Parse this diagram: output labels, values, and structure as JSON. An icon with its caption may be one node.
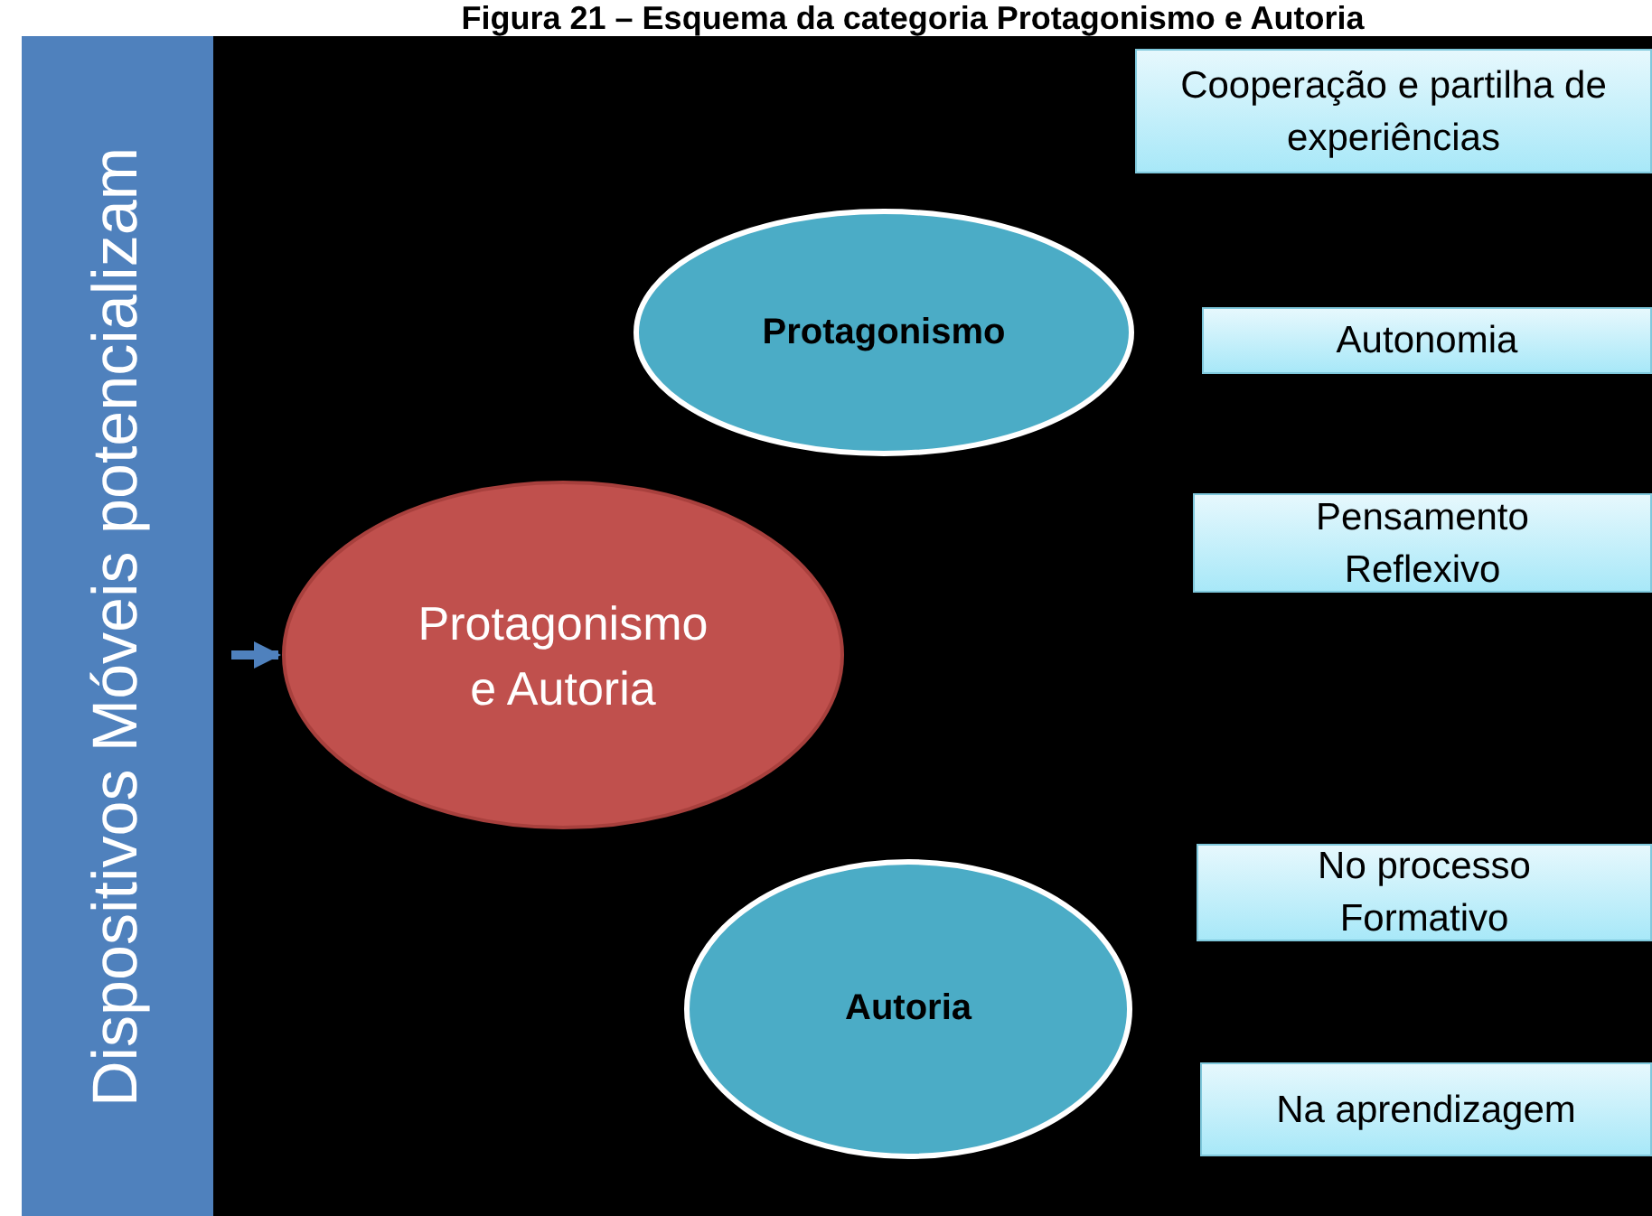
{
  "diagram": {
    "title": "Figura 21 – Esquema da categoria Protagonismo e Autoria",
    "nodes": [
      {
        "text": [
          "Dispositivos Móveis potencializam"
        ]
      },
      {
        "text": [
          "Protagonismo e Autoria"
        ]
      },
      {
        "text": [
          "Protagonismo"
        ]
      },
      {
        "text": [
          "Autoria"
        ]
      },
      {
        "text": [
          "Cooperação e partilha de experiências"
        ]
      },
      {
        "text": [
          "Autonomia"
        ]
      },
      {
        "text": [
          "Pensamento Reflexivo"
        ]
      },
      {
        "text": [
          "No processo Formativo"
        ]
      },
      {
        "text": [
          "Na aprendizagem"
        ]
      }
    ],
    "edges": [
      {
        "from": 0,
        "to": 1,
        "arrow": "to",
        "color": "#4f81bd"
      }
    ]
  }
}
